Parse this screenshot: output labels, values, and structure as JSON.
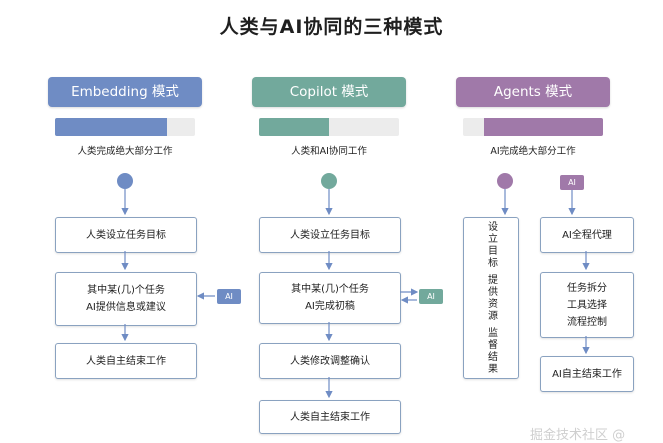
{
  "title": "人类与AI协同的三种模式",
  "colors": {
    "blue": "#6f8cc4",
    "teal": "#72a99c",
    "purple": "#a079a9",
    "box_border": "#8aa2c0",
    "arrow": "#6f8cc4"
  },
  "columns": [
    {
      "header": "Embedding 模式",
      "human_share": 0.8,
      "caption": "人类完成绝大部分工作",
      "steps": [
        "人类设立任务目标",
        "其中某(几)个任务",
        "AI提供信息或建议",
        "人类自主结束工作"
      ],
      "ai_badge": "AI"
    },
    {
      "header": "Copilot 模式",
      "human_share": 0.5,
      "caption": "人类和AI协同工作",
      "steps": [
        "人类设立任务目标",
        "其中某(几)个任务",
        "AI完成初稿",
        "人类修改调整确认",
        "人类自主结束工作"
      ],
      "ai_badge": "AI"
    },
    {
      "header": "Agents 模式",
      "human_share": 0.15,
      "caption": "AI完成绝大部分工作",
      "human_box": "设立目标 提供资源 监督结果",
      "ai_badge": "AI",
      "steps": [
        "AI全程代理",
        "任务拆分",
        "工具选择",
        "流程控制",
        "AI自主结束工作"
      ]
    }
  ],
  "watermark": "掘金技术社区 @"
}
